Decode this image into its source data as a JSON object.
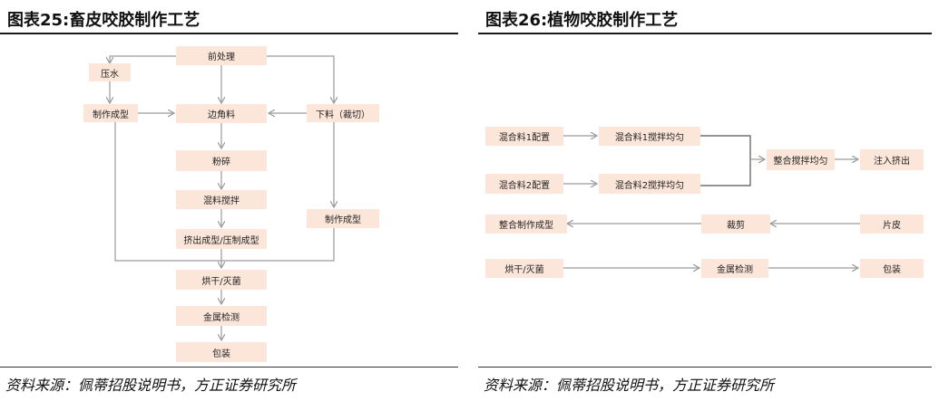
{
  "left": {
    "title": "图表25:畜皮咬胶制作工艺",
    "source": "资料来源：佩蒂招股说明书，方正证券研究所",
    "nodes": {
      "pretreat": "前处理",
      "press_water": "压水",
      "make_shape": "制作成型",
      "scraps": "边角料",
      "cut": "下料（裁切）",
      "grind": "粉碎",
      "mix": "混料搅拌",
      "extrude": "挤出成型/压制成型",
      "make_shape2": "制作成型",
      "dry": "烘干/灭菌",
      "metal": "金属检测",
      "pack": "包装"
    }
  },
  "right": {
    "title": "图表26:植物咬胶制作工艺",
    "source": "资料来源：佩蒂招股说明书，方正证券研究所",
    "nodes": {
      "mix1": "混合料1配置",
      "mix2": "混合料2配置",
      "stir1": "混合料1搅拌均匀",
      "stir2": "混合料2搅拌均匀",
      "total_stir": "整合搅拌均匀",
      "inject": "注入挤出",
      "whole_shape": "整合制作成型",
      "trim": "裁剪",
      "slice": "片皮",
      "dry": "烘干/灭菌",
      "metal": "金属检测",
      "pack": "包装"
    }
  }
}
